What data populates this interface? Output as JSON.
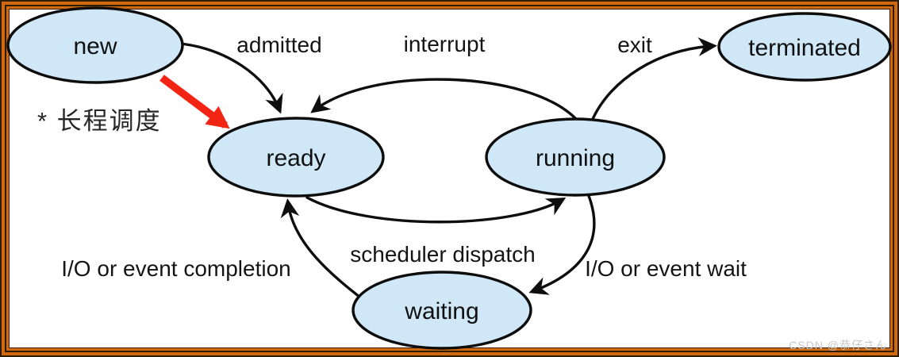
{
  "diagram": {
    "states": [
      {
        "id": "new",
        "label": "new"
      },
      {
        "id": "ready",
        "label": "ready"
      },
      {
        "id": "running",
        "label": "running"
      },
      {
        "id": "waiting",
        "label": "waiting"
      },
      {
        "id": "terminated",
        "label": "terminated"
      }
    ],
    "transitions": [
      {
        "id": "admitted",
        "label": "admitted",
        "from": "new",
        "to": "ready"
      },
      {
        "id": "interrupt",
        "label": "interrupt",
        "from": "running",
        "to": "ready"
      },
      {
        "id": "exit",
        "label": "exit",
        "from": "running",
        "to": "terminated"
      },
      {
        "id": "scheduler-dispatch",
        "label": "scheduler dispatch",
        "from": "ready",
        "to": "running"
      },
      {
        "id": "io-event-wait",
        "label": "I/O or event wait",
        "from": "running",
        "to": "waiting"
      },
      {
        "id": "io-event-completion",
        "label": "I/O or event completion",
        "from": "waiting",
        "to": "ready"
      }
    ],
    "annotation": {
      "label": "* 长程调度"
    },
    "watermark": {
      "label": "CSDN @恭仔さん"
    },
    "colors": {
      "state_fill": "#cfe7f6",
      "state_stroke": "#0d0d0d",
      "arrow": "#0e0e0e",
      "frame_orange": "#d0690f",
      "frame_dark": "#2e1d04",
      "annotation_arrow": "#f22414",
      "watermark": "#c8c8c8"
    }
  }
}
